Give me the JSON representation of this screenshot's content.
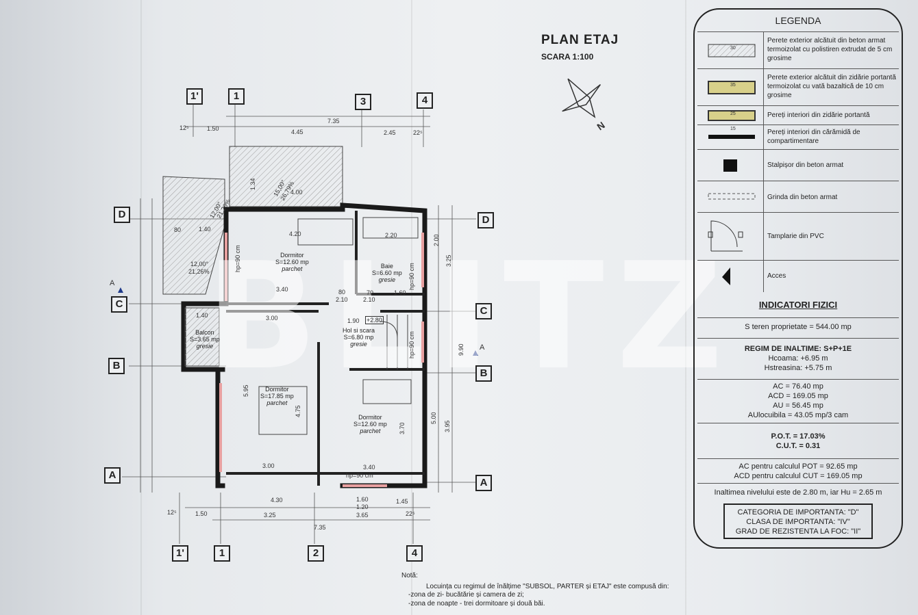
{
  "plan": {
    "title": "PLAN ETAJ",
    "scale": "SCARA 1:100"
  },
  "axes_top": [
    "1'",
    "1",
    "3",
    "4"
  ],
  "axes_bottom": [
    "1'",
    "1",
    "2",
    "4"
  ],
  "axes_left": [
    "D",
    "C",
    "B",
    "A"
  ],
  "axes_right": [
    "D",
    "C",
    "B",
    "A"
  ],
  "section_marker": "A",
  "dims_top": {
    "total": "7.35",
    "d1": "1.50",
    "d2": "4.45",
    "d3": "2.45",
    "d0": "12⁵",
    "d4": "22⁵"
  },
  "dims_bottom": {
    "d0": "12⁵",
    "d1": "1.50",
    "d2": "3.25",
    "d3": "3.65",
    "d4": "22⁵",
    "total": "7.35"
  },
  "inner_dims": [
    "4.30",
    "1.60",
    "1.20",
    "1.45",
    "4.20",
    "2.20",
    "3.40",
    "3.00",
    "1.40",
    "1.90",
    "80",
    "2.10",
    "70",
    "2.10",
    "1.60",
    "3.00",
    "3.40",
    "4.00",
    "1.40",
    "5.95",
    "4.75",
    "3.70",
    "5.00",
    "3.95",
    "9.90",
    "2.00",
    "3.25",
    "1.34",
    "80"
  ],
  "rooms": [
    {
      "name": "Dormitor",
      "area": "S=12.60 mp",
      "floor": "parchet"
    },
    {
      "name": "Baie",
      "area": "S=6.60 mp",
      "floor": "gresie"
    },
    {
      "name": "Hol si scara",
      "area": "S=6.80 mp",
      "floor": "gresie"
    },
    {
      "name": "Balcon",
      "area": "S=3.65 mp",
      "floor": "gresie"
    },
    {
      "name": "Dormitor",
      "area": "S=17.85 mp",
      "floor": "parchet"
    },
    {
      "name": "Dormitor",
      "area": "S=12.60 mp",
      "floor": "parchet"
    }
  ],
  "slopes": [
    "12,00°",
    "21,26%",
    "15,00°",
    "26,79%",
    "12,00°",
    "21,26%"
  ],
  "window_labels": [
    "hp=90 cm",
    "hp=90 cm",
    "hp=90 cm",
    "hp=90 cm"
  ],
  "level_mark": "+2.80",
  "legend": {
    "title": "LEGENDA",
    "items": [
      {
        "text": "Perete exterior alcătuit din beton armat termoizolat cu polistiren extrudat de 5 cm grosime",
        "code": "30"
      },
      {
        "text": "Perete exterior alcătuit din zidărie portantă termoizolat cu vată bazaltică de 10 cm grosime",
        "code": "35"
      },
      {
        "text": "Pereți interiori din zidărie portantă",
        "code": "25"
      },
      {
        "text": "Pereți interiori din cărămidă de compartimentare",
        "code": "15"
      },
      {
        "text": "Stalpișor din beton armat",
        "code": ""
      },
      {
        "text": "Grinda din beton armat",
        "code": ""
      },
      {
        "text": "Tamplarie din PVC",
        "code": ""
      },
      {
        "text": "Acces",
        "code": ""
      }
    ]
  },
  "indicators": {
    "title": "INDICATORI FIZICI",
    "teren": "S teren proprietate = 544.00 mp",
    "regim": "REGIM DE INALTIME: S+P+1E",
    "hcoama": "Hcoama: +6.95 m",
    "hstreasina": "Hstreasina: +5.75 m",
    "ac": "AC = 76.40 mp",
    "acd": "ACD = 169.05 mp",
    "au": "AU = 56.45 mp",
    "aul": "AUlocuibila = 43.05 mp/3 cam",
    "pot": "P.O.T. = 17.03%",
    "cut": "C.U.T. = 0.31",
    "ac_pot": "AC pentru calculul POT = 92.65 mp",
    "acd_cut": "ACD pentru calculul CUT = 169.05 mp",
    "inaltime": "Inaltimea nivelului este de 2.80 m, iar Hu = 2.65 m",
    "cat1": "CATEGORIA DE IMPORTANTA: \"D\"",
    "cat2": "CLASA DE IMPORTANTA: \"IV\"",
    "cat3": "GRAD DE REZISTENTA LA FOC: \"II\""
  },
  "nota": {
    "label": "Notă:",
    "line1": "Locuința cu regimul de înălțime \"SUBSOL, PARTER și ETAJ\" este compusă din:",
    "line2": "-zona de zi- bucătărie și camera de zi;",
    "line3": "-zona de noapte - trei dormitoare și două băi."
  },
  "north_label": "N",
  "watermark": "BLITZ",
  "colors": {
    "wall": "#1a1a1a",
    "window": "#e8a0a0",
    "hatch": "#999999",
    "legend_fill": "#d8d08a"
  }
}
